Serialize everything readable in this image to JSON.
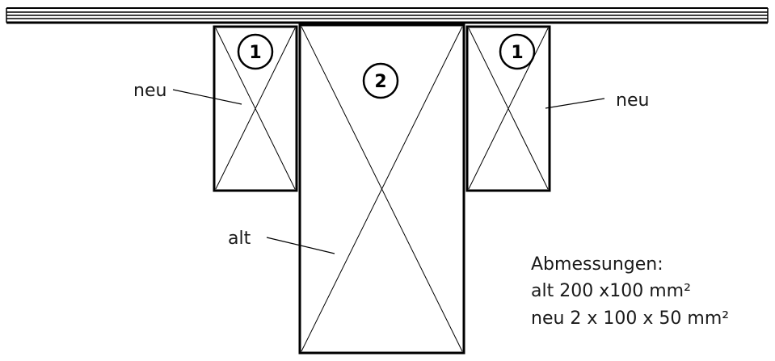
{
  "beam_labels": {
    "left_new": "neu",
    "right_new": "neu",
    "old": "alt"
  },
  "beam_numbers": {
    "left": "1",
    "center": "2",
    "right": "1"
  },
  "dimensions": {
    "heading": "Abmessungen:",
    "old": "alt 200 x100 mm²",
    "new": "neu 2 x 100 x 50 mm²"
  },
  "colors": {
    "stroke": "#000000",
    "text": "#1a1a1a",
    "background": "#ffffff"
  }
}
